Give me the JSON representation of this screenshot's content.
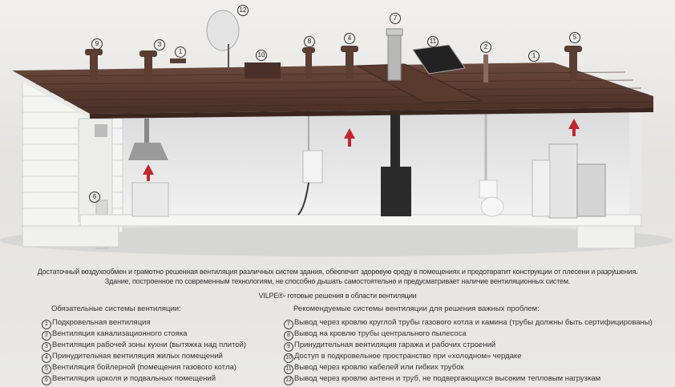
{
  "diagram": {
    "callouts": [
      "9",
      "3",
      "1",
      "12",
      "10",
      "8",
      "4",
      "7",
      "11",
      "2",
      "1",
      "5",
      "6"
    ]
  },
  "intro": {
    "line1": "Достаточный воздухообмен и грамотно решенная вентиляция различных систем здания, обеспечит здоровую среду в помещениях и предотвратит конструкции от плесени и разрушения.",
    "line2": "Здание, построенное по современным технологиям, не способно дышать самостоятельно и предусматривает наличие вентиляционных систем.",
    "line3": "VILPE®- готовые решения в области вентиляции"
  },
  "mandatory": {
    "title": "Обязательные системы вентиляции:",
    "items": [
      {
        "num": "1",
        "text": "Подкровельная вентиляция"
      },
      {
        "num": "2",
        "text": "Вентиляция канализационного стояка"
      },
      {
        "num": "3",
        "text": "Вентиляция рабочей зоны кухни (вытяжка над плитой)"
      },
      {
        "num": "4",
        "text": "Принудительная вентиляция жилых помещений"
      },
      {
        "num": "5",
        "text": "Вентиляция бойлерной (помещения газового котла)"
      },
      {
        "num": "6",
        "text": "Вентиляция цоколя и подвальных помещений"
      }
    ]
  },
  "recommended": {
    "title": "Рекомендуемые системы вентиляции для решения важных проблем:",
    "items": [
      {
        "num": "7",
        "text": "Вывод через кровлю круглой трубы газового котла и камина (трубы должны быть сертифицированы)"
      },
      {
        "num": "8",
        "text": "Вывод на кровлю трубы центрального пылесоса"
      },
      {
        "num": "9",
        "text": "Принудительная вентиляция гаража и рабочих строений"
      },
      {
        "num": "10",
        "text": "Доступ в подкровельное пространство при «холодном» чердаке"
      },
      {
        "num": "11",
        "text": "Вывод через кровлю кабелей или гибких трубок"
      },
      {
        "num": "12",
        "text": "Вывод через кровлю антенн и труб, не подвергающихся высоким тепловым нагрузкам"
      }
    ]
  },
  "colors": {
    "roof": "#5a3a2e",
    "arrow": "#c0272d"
  }
}
